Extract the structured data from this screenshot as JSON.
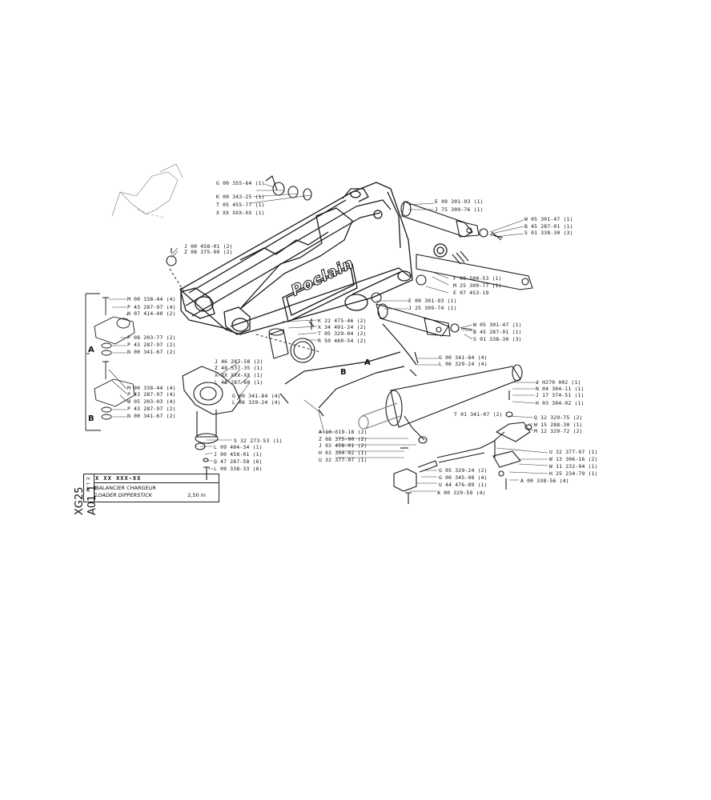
{
  "diagram": {
    "side_code": {
      "line1": "XG25",
      "line2": "A01.1"
    },
    "title_block": {
      "ref": "X XX XXX-XX",
      "title_fr": "BALANCIER CHARGEUR",
      "title_en": "LOADER DIPPERSTICK",
      "scale": "2,50 m",
      "rev": "E 1.82"
    },
    "brand": "Poclain",
    "callouts": {
      "A1": "A",
      "B1": "B",
      "A2": "A",
      "B2": "B"
    },
    "parts_top": [
      "G 00 355-64 (1)",
      "K 00 343-25 (1)",
      "T 05 455-77 (1)",
      "X XX XXX-XX (1)"
    ],
    "parts_left_pin": [
      "J 00 458-01 (2)",
      "Z 08 375-90 (2)"
    ],
    "parts_upper_right_pin": [
      "E 09 301-93 (1)",
      "J 75 309-76 (1)"
    ],
    "parts_upper_right_bolt": [
      "W 05 301-47 (1)",
      "B 45 287-01 (1)",
      "S 01 338-30 (3)"
    ],
    "parts_mid_right": [
      "F 00 500-53 (1)",
      "M 25 309-77 (1)",
      "E 07 453-19"
    ],
    "parts_lower_pin": [
      "E 09 301-93 (1)",
      "J 25 309-74 (1)"
    ],
    "parts_lower_bolt": [
      "W 05 301-47 (1)",
      "B 45 287-01 (1)",
      "S 01 338-30 (3)"
    ],
    "parts_box_a": [
      "M 00 338-44 (4)",
      "P 43 287-97 (4)",
      "N 07 414-40 (2)",
      "P 08 203-77 (2)",
      "P 43 287-97 (2)",
      "N 00 341-67 (2)"
    ],
    "parts_box_b": [
      "M 00 338-44 (4)",
      "P 43 287-97 (4)",
      "W 05 203-03 (4)",
      "P 43 287-97 (2)",
      "N 00 341-67 (2)"
    ],
    "parts_center": [
      "K 22 475-46 (2)",
      "X 34 491-24 (2)",
      "T 05 329-04 (2)",
      "R 50 460-54 (2)"
    ],
    "parts_hose_a": [
      "G 00 341-84 (4)",
      "L 06 329-24 (4)"
    ],
    "parts_left_eye": [
      "J 46 287-58 (2)",
      "Z 48 537-35 (1)",
      "X XX XXX-XX (1)",
      "L 46 287-60 (1)",
      "G 00 341-84 (4)",
      "L 06 329-24 (4)"
    ],
    "parts_right_cyl": [
      "ǿ HJ70 002 (1)",
      "N 04 304-11 (1)",
      "J 17 374-51 (1)",
      "H 03 304-02 (1)"
    ],
    "parts_right_valve_mid": [
      "T 01 341-07 (2)",
      "Q 12 329-75 (2)",
      "W 15 288-30 (1)",
      "M 12 329-72 (2)"
    ],
    "parts_right_valve_low": [
      "U 32 377-97 (1)",
      "W 13 306-16 (2)",
      "W 11 232-94 (1)",
      "H 25 234-79 (1)",
      "A 00 338-56 (4)"
    ],
    "parts_bottom_center": [
      "A 10 319-18 (2)",
      "Z 08 375-90 (2)",
      "J 03 458-01 (2)",
      "H 03 304-02 (1)",
      "U 32 377-97 (1)"
    ],
    "parts_bottom_block": [
      "G 05 329-24 (2)",
      "G 00 345-98 (4)",
      "U 44 476-89 (1)",
      "A 00 329-59 (4)"
    ],
    "parts_bottom_left": [
      "S 32 273-53 (1)",
      "L 09 404-34 (1)",
      "J 00 458-01 (1)",
      "Q 47 287-58 (6)",
      "L 09 338-33 (6)"
    ]
  }
}
